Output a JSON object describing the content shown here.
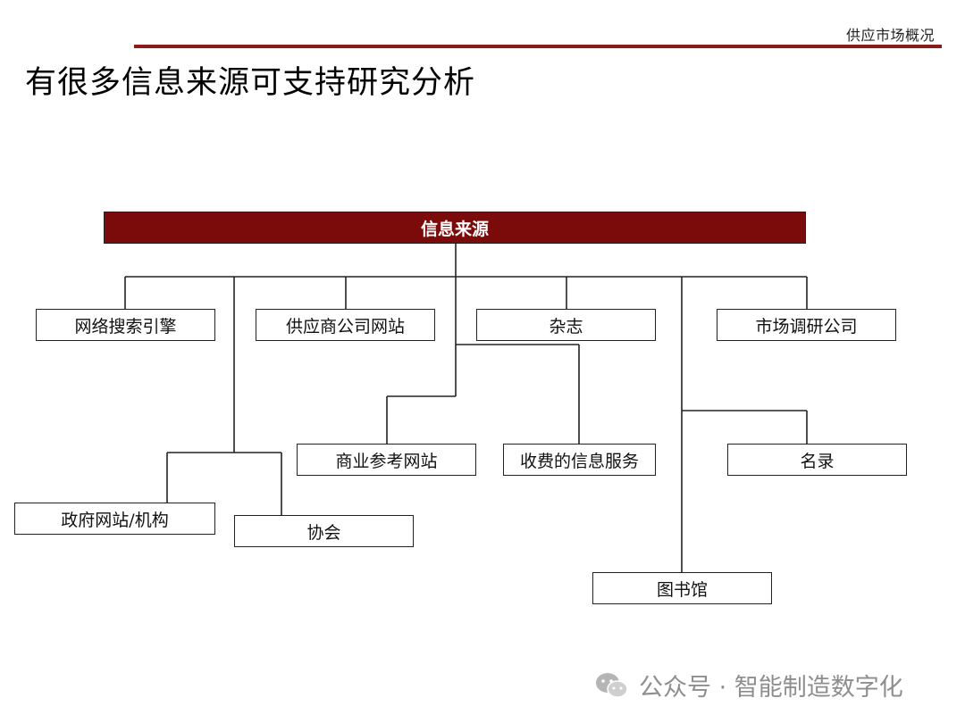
{
  "header": {
    "section_label": "供应市场概况",
    "rule_color": "#8b1a1a"
  },
  "title": "有很多信息来源可支持研究分析",
  "diagram": {
    "root": "信息来源",
    "root_color": "#7b0a0a",
    "nodes": {
      "search_engine": "网络搜索引擎",
      "supplier_websites": "供应商公司网站",
      "magazines": "杂志",
      "market_research": "市场调研公司",
      "business_reference": "商业参考网站",
      "paid_info_services": "收费的信息服务",
      "directories": "名录",
      "government": "政府网站/机构",
      "associations": "协会",
      "libraries": "图书馆"
    }
  },
  "watermark": {
    "text": "公众号 · 智能制造数字化",
    "icon": "wechat-icon"
  }
}
